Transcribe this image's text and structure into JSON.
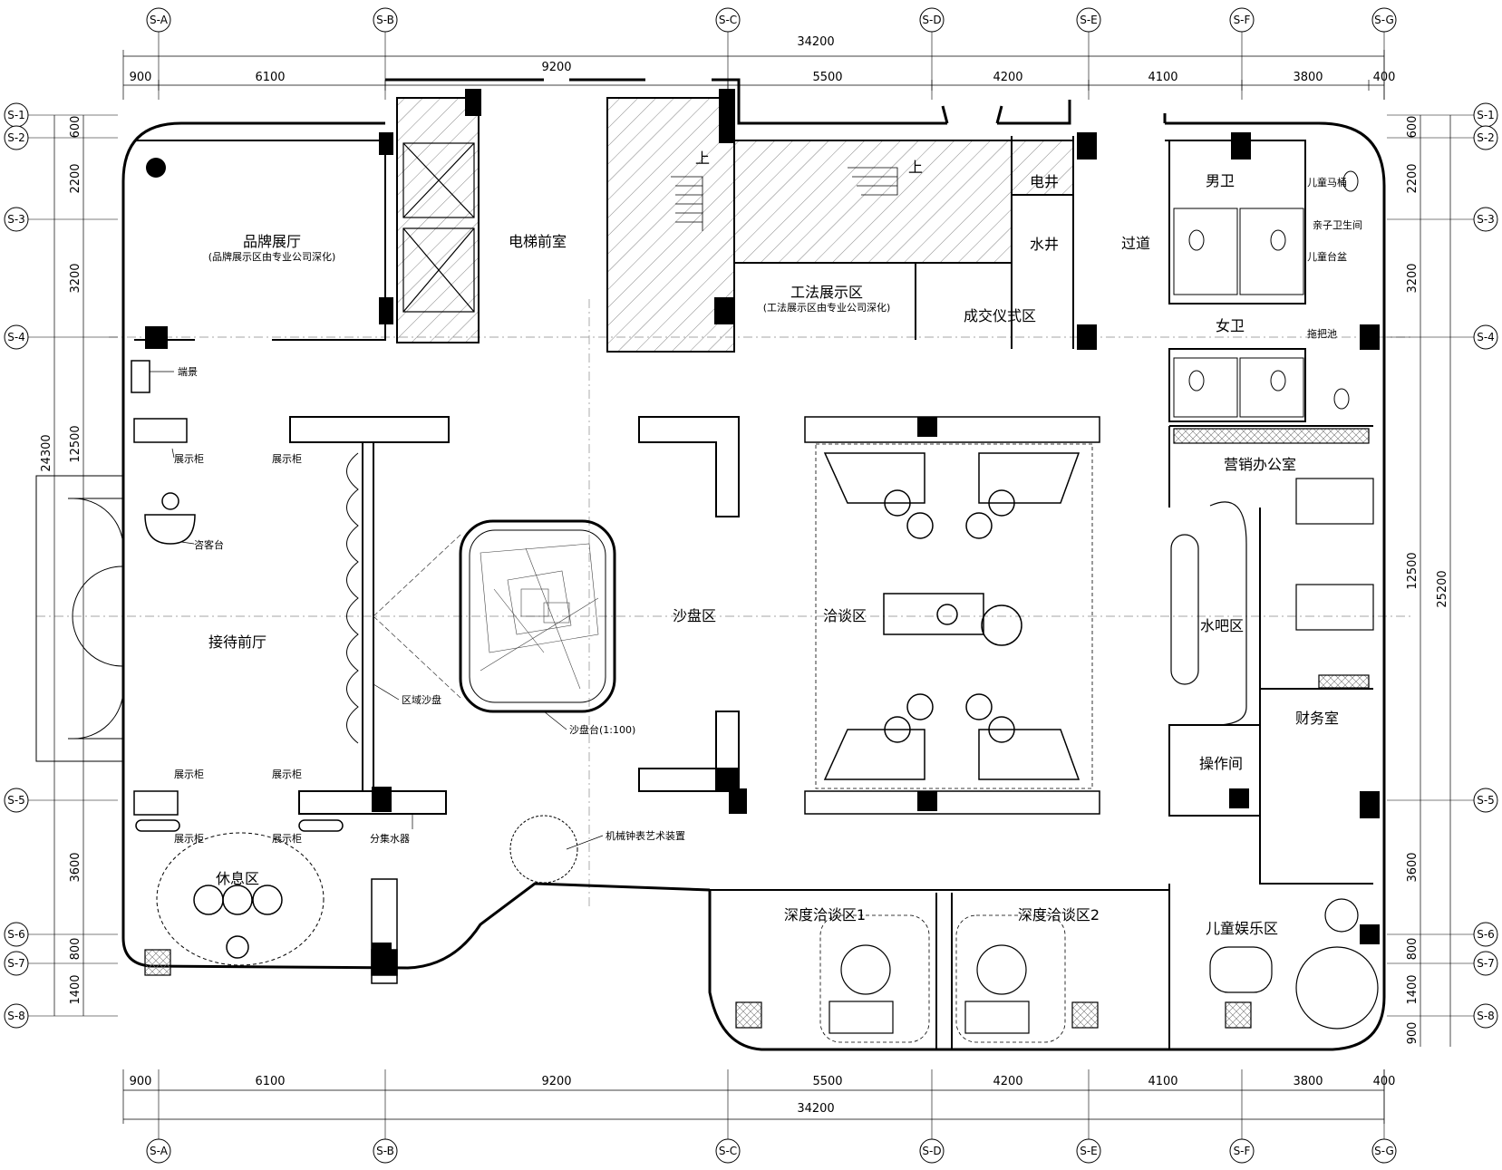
{
  "axes_top": [
    "S-A",
    "S-B",
    "S-C",
    "S-D",
    "S-E",
    "S-F",
    "S-G"
  ],
  "axes_side": [
    "S-1",
    "S-2",
    "S-3",
    "S-4",
    "S-5",
    "S-6",
    "S-7",
    "S-8"
  ],
  "dim_total_h": "34200",
  "dim_top_upper": [
    "900",
    "6100",
    "9200",
    "5500",
    "4200",
    "4100",
    "3800",
    "400"
  ],
  "dim_bottom": [
    "900",
    "6100",
    "9200",
    "5500",
    "4200",
    "4100",
    "3800",
    "400"
  ],
  "dim_left_overall": "24300",
  "dim_left_parts": [
    "600",
    "2200",
    "3200",
    "12500",
    "3600",
    "800",
    "1400"
  ],
  "dim_right_overall": "25200",
  "dim_right_parts": [
    "600",
    "2200",
    "3200",
    "12500",
    "3600",
    "800",
    "1400",
    "900"
  ],
  "rooms": {
    "brand_hall": "品牌展厅",
    "brand_hall_note": "(品牌展示区由专业公司深化)",
    "elevator_lobby": "电梯前室",
    "craft_area": "工法展示区",
    "craft_note": "(工法展示区由专业公司深化)",
    "deal_area": "成交仪式区",
    "elec_shaft": "电井",
    "water_shaft": "水井",
    "corridor": "过道",
    "men_wc": "男卫",
    "women_wc": "女卫",
    "kid_toilet": "儿童马桶",
    "family_wc": "亲子卫生间",
    "kid_basin": "儿童台盆",
    "mop_sink": "拖把池",
    "sales_office": "营销办公室",
    "water_bar": "水吧区",
    "finance": "财务室",
    "operation": "操作间",
    "kids_area": "儿童娱乐区",
    "deep_talk_1": "深度洽谈区1",
    "deep_talk_2": "深度洽谈区2",
    "negotiation": "洽谈区",
    "sand_table_area": "沙盘区",
    "reception_hall": "接待前厅",
    "rest_area": "休息区",
    "up1": "上",
    "up2": "上"
  },
  "notes": {
    "end_view": "端景",
    "cabinet_1": "展示柜",
    "cabinet_2": "展示柜",
    "cabinet_3": "展示柜",
    "cabinet_4": "展示柜",
    "cabinet_5": "展示柜",
    "cabinet_6": "展示柜",
    "reception_desk": "咨客台",
    "regional_sand": "区域沙盘",
    "sand_table": "沙盘台(1:100)",
    "manifold": "分集水器",
    "clock_art": "机械钟表艺术装置"
  }
}
